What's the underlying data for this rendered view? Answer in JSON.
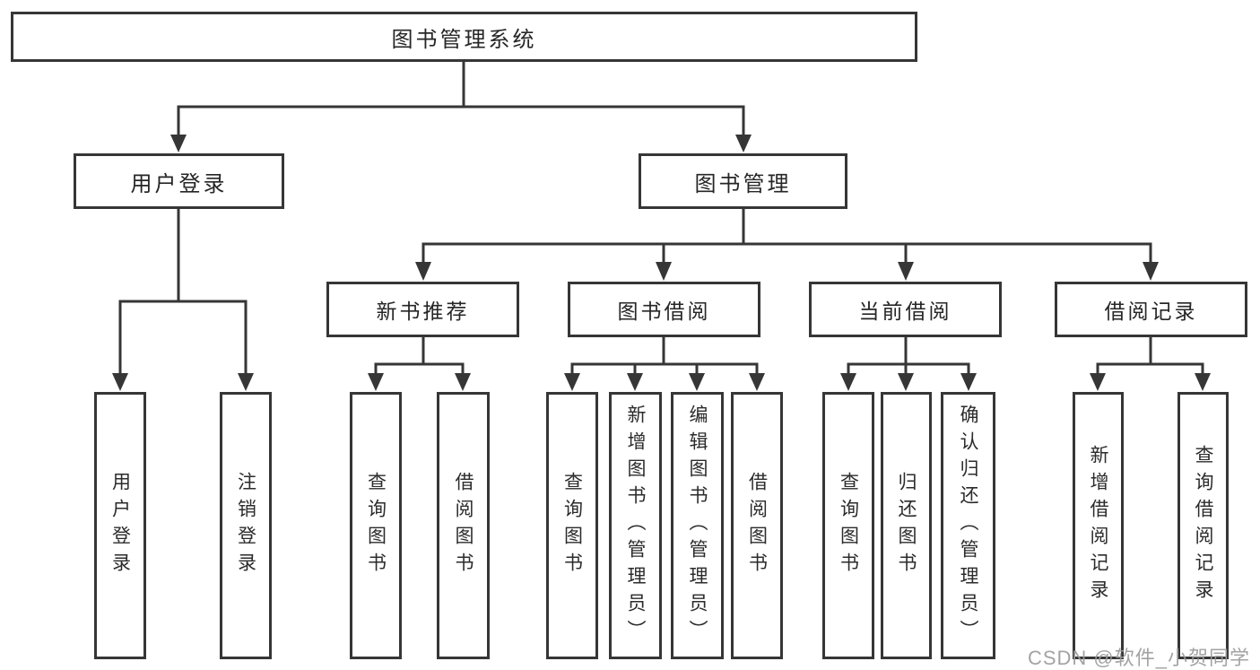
{
  "nodes": {
    "root": {
      "label": "图书管理系统"
    },
    "user_login": {
      "label": "用户登录"
    },
    "book_mgmt": {
      "label": "图书管理"
    },
    "new_book_rec": {
      "label": "新书推荐"
    },
    "book_borrow": {
      "label": "图书借阅"
    },
    "current_borrow": {
      "label": "当前借阅"
    },
    "borrow_record": {
      "label": "借阅记录"
    },
    "leaf_user_login": {
      "label": "用户登录"
    },
    "leaf_logout": {
      "label": "注销登录"
    },
    "leaf_newbook_query": {
      "label": "查询图书"
    },
    "leaf_newbook_borrow": {
      "label": "借阅图书"
    },
    "leaf_bookborrow_query": {
      "label": "查询图书"
    },
    "leaf_bookborrow_add": {
      "label": "新增图书（管理员）"
    },
    "leaf_bookborrow_edit": {
      "label": "编辑图书（管理员）"
    },
    "leaf_bookborrow_borrow": {
      "label": "借阅图书"
    },
    "leaf_current_query": {
      "label": "查询图书"
    },
    "leaf_current_return": {
      "label": "归还图书"
    },
    "leaf_current_confirm": {
      "label": "确认归还（管理员）"
    },
    "leaf_record_add": {
      "label": "新增借阅记录"
    },
    "leaf_record_query": {
      "label": "查询借阅记录"
    }
  },
  "hierarchy": {
    "图书管理系统": {
      "用户登录": [
        "用户登录",
        "注销登录"
      ],
      "图书管理": {
        "新书推荐": [
          "查询图书",
          "借阅图书"
        ],
        "图书借阅": [
          "查询图书",
          "新增图书（管理员）",
          "编辑图书（管理员）",
          "借阅图书"
        ],
        "当前借阅": [
          "查询图书",
          "归还图书",
          "确认归还（管理员）"
        ],
        "借阅记录": [
          "新增借阅记录",
          "查询借阅记录"
        ]
      }
    }
  },
  "watermark": {
    "text": "CSDN @软件_小贺同学"
  },
  "colors": {
    "line": "#363636",
    "node_border": "#363636",
    "node_background": "#ffffff",
    "text": "#262626",
    "watermark": "#9b9b9b",
    "background": "#ffffff"
  }
}
